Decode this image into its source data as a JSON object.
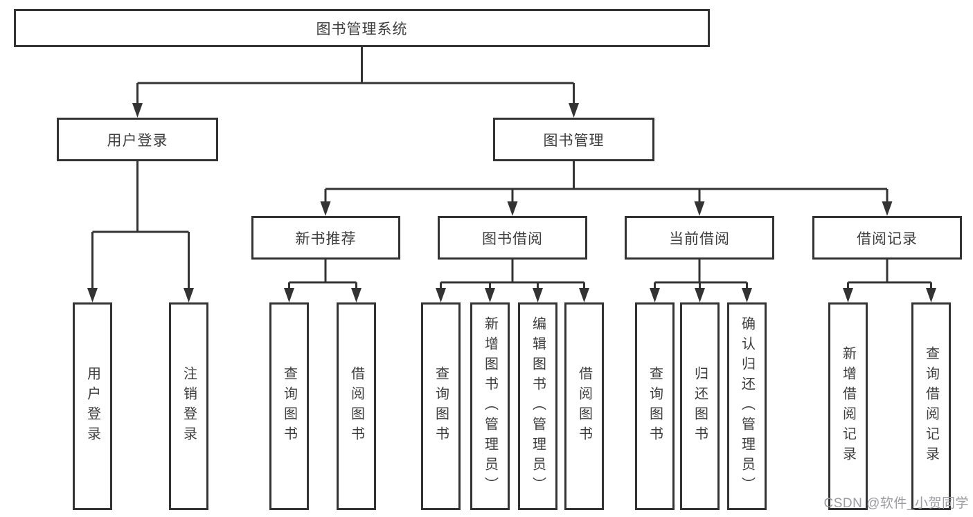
{
  "title": "图书管理系统",
  "tree": {
    "label": "图书管理系统",
    "children": [
      {
        "label": "用户登录",
        "children": [
          {
            "label": "用户登录"
          },
          {
            "label": "注销登录"
          }
        ]
      },
      {
        "label": "图书管理",
        "children": [
          {
            "label": "新书推荐",
            "children": [
              {
                "label": "查询图书"
              },
              {
                "label": "借阅图书"
              }
            ]
          },
          {
            "label": "图书借阅",
            "children": [
              {
                "label": "查询图书"
              },
              {
                "label": "新增图书（管理员）"
              },
              {
                "label": "编辑图书（管理员）"
              },
              {
                "label": "借阅图书"
              }
            ]
          },
          {
            "label": "当前借阅",
            "children": [
              {
                "label": "查询图书"
              },
              {
                "label": "归还图书"
              },
              {
                "label": "确认归还（管理员）"
              }
            ]
          },
          {
            "label": "借阅记录",
            "children": [
              {
                "label": "新增借阅记录"
              },
              {
                "label": "查询借阅记录"
              }
            ]
          }
        ]
      }
    ]
  },
  "watermark": "CSDN @软件_小贺同学",
  "colors": {
    "line": "#333333",
    "box_border": "#333333",
    "text": "#3d3d3d",
    "watermark": "#9b9ba0",
    "background": "#ffffff"
  }
}
